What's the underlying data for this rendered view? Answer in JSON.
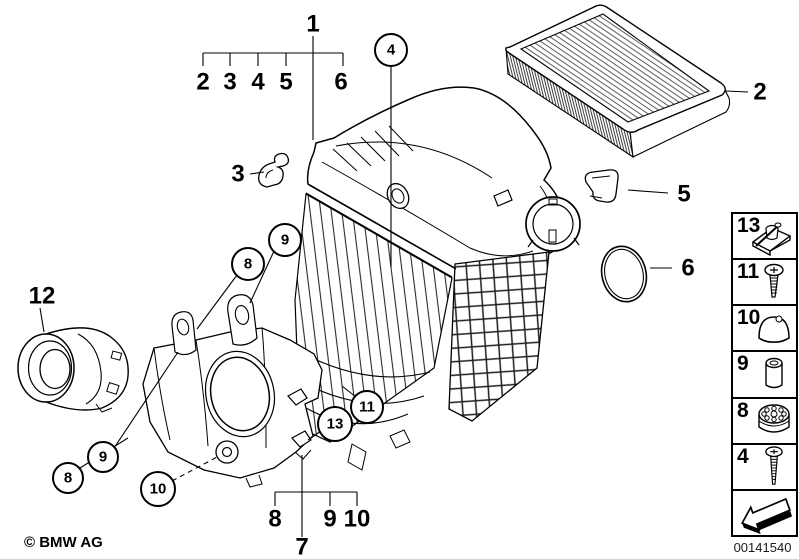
{
  "diagram": {
    "copyright": "© BMW AG",
    "code": "00141540",
    "labels": {
      "n1": "1",
      "n2": "2",
      "n3": "3",
      "n4": "4",
      "n5": "5",
      "n6": "6",
      "n7": "7",
      "n8": "8",
      "n9": "9",
      "n10": "10",
      "n11": "11",
      "n12": "12",
      "n13": "13"
    },
    "legend": {
      "items": [
        {
          "number": "13",
          "icon": "clip-nut"
        },
        {
          "number": "11",
          "icon": "screw"
        },
        {
          "number": "10",
          "icon": "rubber-buffer"
        },
        {
          "number": "9",
          "icon": "spacer-sleeve"
        },
        {
          "number": "8",
          "icon": "rubber-mount"
        },
        {
          "number": "4",
          "icon": "screw-long"
        }
      ]
    }
  }
}
